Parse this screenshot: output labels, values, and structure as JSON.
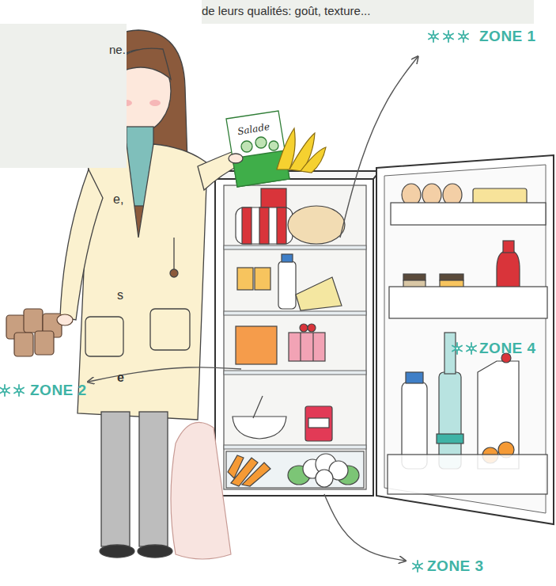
{
  "diagram": {
    "nodes": [
      {
        "text": [
          "de leurs qualités: goût, texture..."
        ]
      },
      {
        "text": [
          "ne."
        ]
      }
    ],
    "labels": [
      "ZONE 1",
      "ZONE 4",
      "ZONE 2",
      "ZONE 3",
      "Salade",
      "e,",
      "s",
      "e"
    ]
  }
}
